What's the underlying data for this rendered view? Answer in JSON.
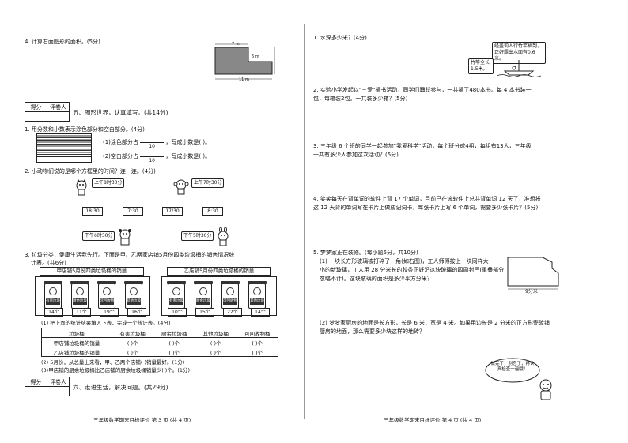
{
  "left": {
    "q4": "4. 计算右面图形的面积。(5分)",
    "shape": {
      "top_label": "7 m",
      "side_label": "6 m",
      "bottom_label": "11 m"
    },
    "score_box": {
      "col1": "得分",
      "col2": "评卷人"
    },
    "section5": "五、图形世界，认真填写。(共14分)",
    "q1": "1. 用分数和小数表示涂色部分和空白部分。(4分)",
    "q1_line1_pre": "(1)涂色部分占",
    "q1_line1_den": "10",
    "q1_line1_post": "，写成小数是(        )。",
    "q1_line2_pre": "(2)空白部分占",
    "q1_line2_den": "10",
    "q1_line2_post": "，写成小数是(        )。",
    "q2": "2. 小动物们说的是哪个方框里的时间？连一连。(4分)",
    "bubble_top_left": "上午8时30分",
    "bubble_top_right": "上午7时30分",
    "times": [
      "18:30",
      "7:30",
      "17/30",
      "8:30"
    ],
    "bubble_bottom_left": "下午6时30分",
    "bubble_bottom_right": "下午5时30分",
    "q3_line1": "3. 垃圾分类，健康生活我先行。下面是甲、乙两家店铺5月份四类垃圾桶的销售情况统",
    "q3_line2": "计表。(共6分)",
    "shop_a_title": "甲店铺5月份四类垃圾桶的销量",
    "shop_b_title": "乙店铺5月份四类垃圾桶的销量",
    "bin_labels": [
      "有害垃圾",
      "厨余垃圾",
      "可回收物",
      "其他垃圾"
    ],
    "bin_labels_b": [
      "有害垃圾",
      "厨余垃圾",
      "可回收物",
      "其他垃圾"
    ],
    "shop_a_counts": [
      "14个",
      "11个",
      "19个",
      "16个"
    ],
    "shop_b_counts": [
      "10个",
      "15个",
      "22个",
      "14个"
    ],
    "q3_sub1": "(1) 把上面的统计结果填入下表，完成一个统计表。(4分)",
    "table": {
      "header": [
        "垃圾桶",
        "有害垃圾桶",
        "厨余垃圾桶",
        "其他垃圾桶",
        "可回收物桶"
      ],
      "row1_label": "甲店铺垃圾桶的销量",
      "row2_label": "乙店铺垃圾桶的销量",
      "cell": "(    )个"
    },
    "q3_sub2": "(2) 5月份，从总量上来看，甲、乙两个店铺(            )销量最好。(1分)",
    "q3_sub3": "(3)甲店铺的厨余垃圾桶比乙店铺的厨余垃圾桶销量少(        )个。(1分)",
    "score_box2": {
      "col1": "得分",
      "col2": "评卷人"
    },
    "section6": "六、走进生活，解决问题。(共29分)",
    "footer": "三年级数学期末目标评价    第 3 页  (共 4 页)"
  },
  "right": {
    "q1": "1. 水深多少米？(4分)",
    "bubble_big": "经盖莉人行竹竿插到，正好露出水面有0.6米。",
    "bubble_small": "竹竿全长1.5米。",
    "q2_line1": "2. 实验小学发起以\"三爱\"捐书活动，同学们踊跃参与，一共捐了480本书。每 4 本书装一",
    "q2_line2": "包，每箱装2包。一共装多少箱？(5分)",
    "q3_line1": "3. 三年级 6 个班的同学一起参加\"我爱科学\"活动，每个班分成4组，每组有13人，三年级",
    "q3_line2": "一共有多少人参加这次活动？(5分)",
    "q4_line1": "4. 笑笑每天在背单词的软件上背 17 个单词，目前已在该软件上总共背单词 12 天了，准想将",
    "q4_line2": "这 12 天背的单词写在卡片上做成记词卡，每张卡片上写 6 个单词，需要多少张卡片？(5分)",
    "q5": "5. 梦梦家正在装修。(每小题5分，共10分)",
    "q5_1_line1": "(1) 一块长方形玻璃被打碎了一角(如右图)，工人师傅按上一块同样大",
    "q5_1_line2": "小的新玻璃，工人用 28 分米长的胶条正好沿这块玻璃的四周封严(重叠部分",
    "q5_1_line3": "忽略不计)。这块玻璃的面积是多少平方分米？",
    "glass_label": "9分米",
    "q5_2_line1": "(2) 梦梦家厨房的地面是长方形，长是 6 米，宽是 4 米。如果用边长是 2 分米的正方形瓷砖铺",
    "q5_2_line2": "厨房的地面，那么需要多少块这样的地砖？",
    "cloud_text": "做完了，别忘了，再认真检查一遍哦！",
    "footer": "三年级数学期末目标评价    第 4 页  (共 4 页)"
  }
}
